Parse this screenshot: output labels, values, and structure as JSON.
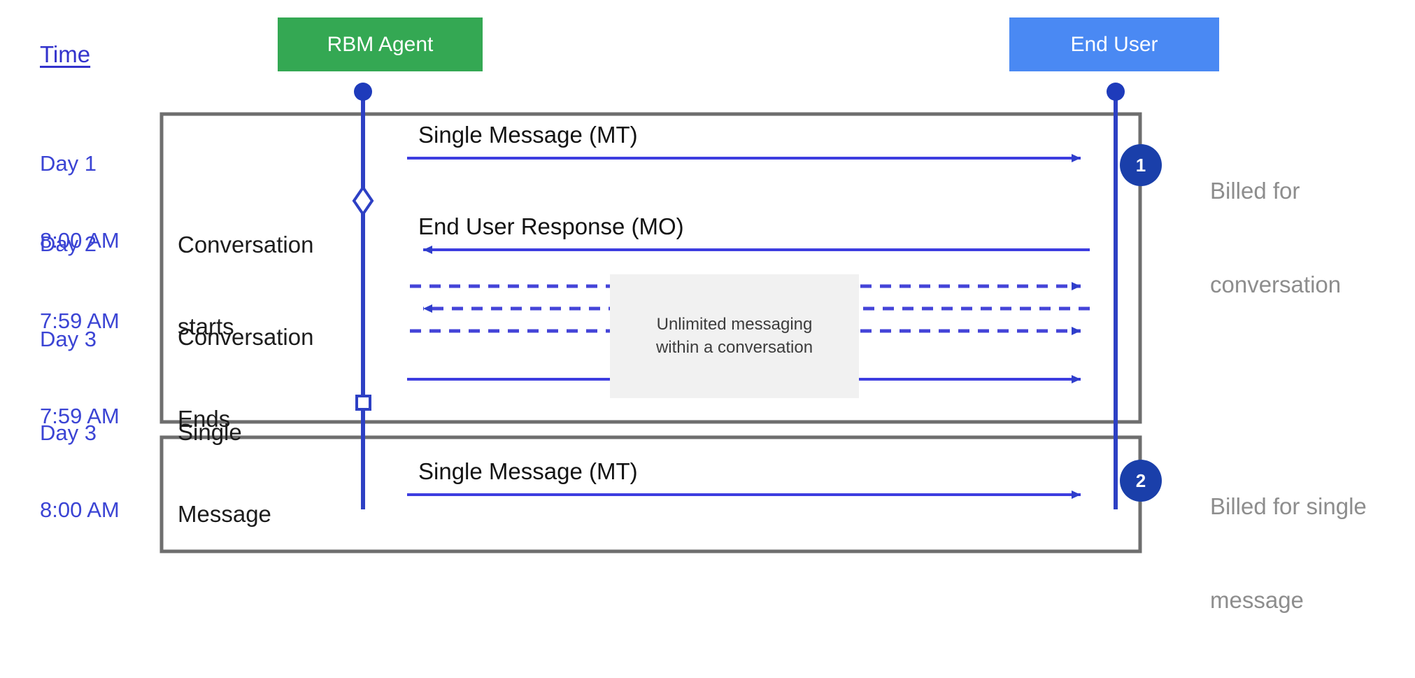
{
  "diagram": {
    "title_legend": "Time",
    "colors": {
      "agent_box": "#34a853",
      "user_box": "#4a89f3",
      "lifeline": "#2d40c4",
      "arrow": "#3d3de0",
      "frame": "#6e6e6e",
      "badge": "#1a3faa",
      "note_bg": "#f1f1f1",
      "time_text": "#3b44d4",
      "billed_text": "#8d8d8d"
    },
    "actors": [
      {
        "id": "rbm-agent",
        "label": "RBM Agent",
        "color": "#34a853"
      },
      {
        "id": "end-user",
        "label": "End User",
        "color": "#4a89f3"
      }
    ],
    "time_axis": {
      "header": "Time",
      "stamps": [
        {
          "day": "Day 1",
          "time": "8:00 AM"
        },
        {
          "day": "Day 2",
          "time": "7:59 AM"
        },
        {
          "day": "Day 3",
          "time": "7:59 AM"
        },
        {
          "day": "Day 3",
          "time": "8:00 AM"
        }
      ]
    },
    "lifeline_notes": [
      {
        "id": "conversation-starts",
        "line1": "Conversation",
        "line2": "starts"
      },
      {
        "id": "conversation-ends",
        "line1": "Conversation",
        "line2": "Ends"
      },
      {
        "id": "single-message",
        "line1": "Single",
        "line2": "Message"
      }
    ],
    "messages": [
      {
        "id": "msg-single-mt-1",
        "label": "Single Message (MT)",
        "direction": "agent-to-user",
        "style": "solid"
      },
      {
        "id": "msg-end-user-response",
        "label": "End User Response (MO)",
        "direction": "user-to-agent",
        "style": "solid"
      },
      {
        "id": "msg-unlimited-1",
        "label": "",
        "direction": "agent-to-user",
        "style": "dashed"
      },
      {
        "id": "msg-unlimited-2",
        "label": "",
        "direction": "user-to-agent",
        "style": "dashed"
      },
      {
        "id": "msg-unlimited-3",
        "label": "",
        "direction": "agent-to-user",
        "style": "dashed"
      },
      {
        "id": "msg-conversation-end",
        "label": "",
        "direction": "agent-to-user",
        "style": "solid"
      },
      {
        "id": "msg-single-mt-2",
        "label": "Single Message (MT)",
        "direction": "agent-to-user",
        "style": "solid"
      }
    ],
    "note_box": {
      "line1": "Unlimited messaging",
      "line2": "within a conversation"
    },
    "frames": [
      {
        "id": "conversation-frame",
        "badge": "1",
        "billed_line1": "Billed for",
        "billed_line2": "conversation"
      },
      {
        "id": "single-message-frame",
        "badge": "2",
        "billed_line1": "Billed for single",
        "billed_line2": "message"
      }
    ]
  }
}
